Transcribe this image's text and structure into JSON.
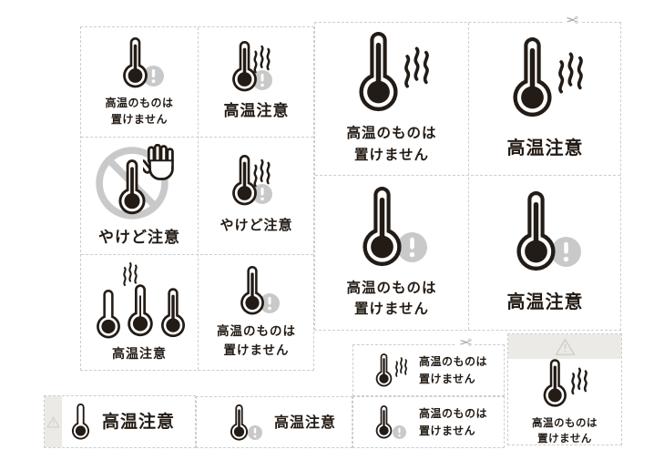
{
  "sheet": {
    "name": "thermometer-warning-label-sheet",
    "background": "#ffffff"
  },
  "colors": {
    "ink": "#231b15",
    "badge_gray": "#c9c9c9",
    "prohibit_gray": "#c9c9c9",
    "dash_gray": "#cdcdcd",
    "band_gray": "#ebeae6",
    "triangle_gray": "#d2d1cc",
    "scissors_gray": "#a9a9a9"
  },
  "scissors": {
    "glyph": "✂"
  },
  "left_grid": {
    "cards": [
      {
        "icon": "thermometer-exclamation",
        "line1": "高温のものは",
        "line2": "置けません"
      },
      {
        "icon": "thermometer-heat-exclamation",
        "label": "高温注意"
      },
      {
        "icon": "thermometer-prohibited-hand",
        "label": "やけど注意"
      },
      {
        "icon": "thermometer-heat-exclamation",
        "label": "やけど注意"
      },
      {
        "icon": "triple-thermometer-heat",
        "label": "高温注意"
      },
      {
        "icon": "thermometer-exclamation",
        "line1": "高温のものは",
        "line2": "置けません"
      }
    ]
  },
  "right_grid": {
    "cards": [
      {
        "icon": "thermometer-heat",
        "line1": "高温のものは",
        "line2": "置けません"
      },
      {
        "icon": "thermometer-heat",
        "label": "高温注意"
      },
      {
        "icon": "thermometer-exclamation",
        "line1": "高温のものは",
        "line2": "置けません"
      },
      {
        "icon": "thermometer-exclamation",
        "label": "高温注意"
      }
    ]
  },
  "bottom_strips": {
    "cards": [
      {
        "icon": "thermometer",
        "label": "高温注意",
        "warning_band": true
      },
      {
        "icon": "thermometer-exclamation",
        "label": "高温注意"
      }
    ]
  },
  "bottom_right": {
    "cards": [
      {
        "icon": "thermometer-heat",
        "line1": "高温のものは",
        "line2": "置けません"
      },
      {
        "icon": "thermometer-exclamation",
        "line1": "高温のものは",
        "line2": "置けません"
      }
    ],
    "tall_card": {
      "icon": "thermometer-heat",
      "line1": "高温のものは",
      "line2": "置けません",
      "warning_header": true
    }
  }
}
